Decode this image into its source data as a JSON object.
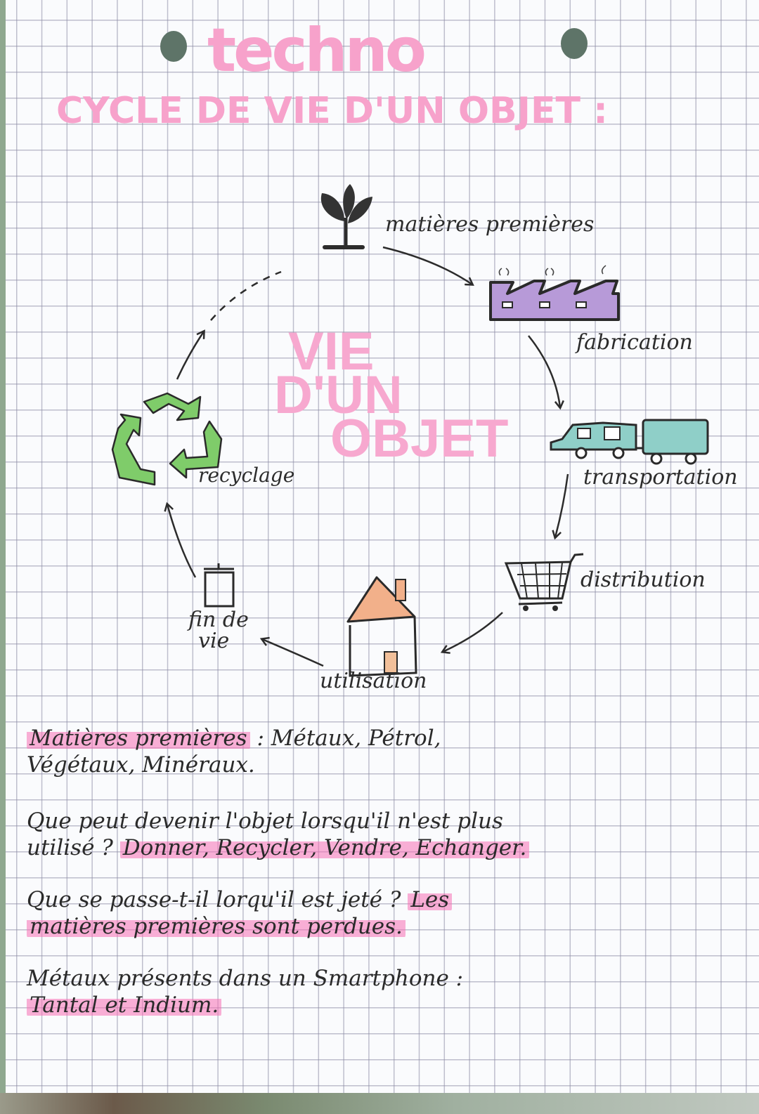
{
  "page": {
    "subject": "techno",
    "title": "CYCLE DE VIE D'UN OBJET :",
    "center_title": [
      "VIE",
      "D'UN",
      "OBJET"
    ]
  },
  "cycle": {
    "stages": [
      {
        "id": "matieres-premieres",
        "label": "matières premières",
        "icon": "plant-icon"
      },
      {
        "id": "fabrication",
        "label": "fabrication",
        "icon": "factory-icon"
      },
      {
        "id": "transportation",
        "label": "transportation",
        "icon": "car-trailer-icon"
      },
      {
        "id": "distribution",
        "label": "distribution",
        "icon": "shopping-cart-icon"
      },
      {
        "id": "utilisation",
        "label": "utilisation",
        "icon": "house-icon"
      },
      {
        "id": "fin-de-vie",
        "label_line1": "fin de",
        "label_line2": "vie",
        "icon": "trash-bin-icon"
      },
      {
        "id": "recyclage",
        "label": "recyclage",
        "icon": "recycle-icon"
      }
    ],
    "colors": {
      "factory": "#b79ad8",
      "vehicles": "#8fcfc8",
      "recycle": "#7fcc6a",
      "roof": "#f2b08a",
      "title_pink": "#f7a2cb",
      "highlight": "#f76eb4"
    }
  },
  "notes": [
    {
      "highlight": "Matières premières",
      "line1_rest": " : Métaux, Pétrol,",
      "line2": "Végétaux, Minéraux."
    },
    {
      "line1": "Que peut devenir l'objet lorsqu'il n'est plus",
      "line2_plain": "utilisé ? ",
      "line2_highlight": "Donner, Recycler, Vendre, Echanger."
    },
    {
      "line1_plain": "Que se passe-t-il lorqu'il est jeté ? ",
      "line1_highlight": "Les",
      "line2_highlight": "matières premières sont perdues."
    },
    {
      "line1": "Métaux présents dans un Smartphone :",
      "line2_highlight": "Tantal et Indium."
    }
  ]
}
